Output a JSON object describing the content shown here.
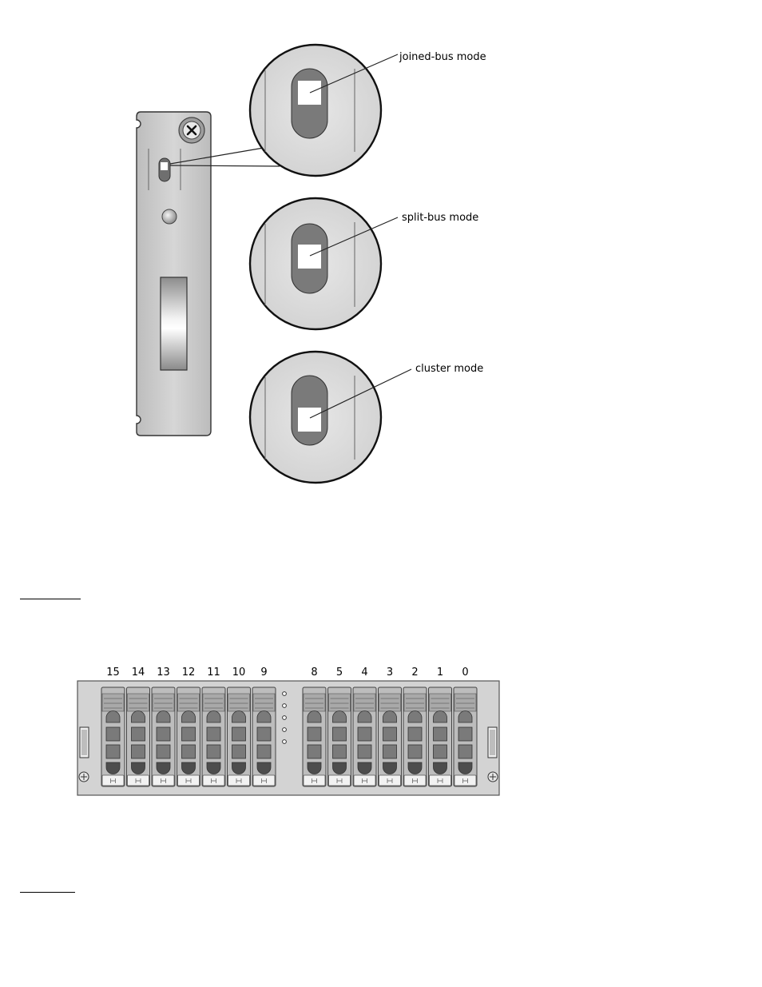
{
  "figure1": {
    "labels": {
      "joined": "joined-bus mode",
      "split": "split-bus mode",
      "cluster": "cluster mode"
    }
  },
  "figure2": {
    "left_bay_numbers": [
      "15",
      "14",
      "13",
      "12",
      "11",
      "10",
      "9"
    ],
    "right_bay_numbers": [
      "8",
      "5",
      "4",
      "3",
      "2",
      "1",
      "0"
    ]
  },
  "colors": {
    "panel": "#c9c9c9",
    "slot_dark": "#7a7a7a",
    "switch_white": "#ffffff"
  }
}
